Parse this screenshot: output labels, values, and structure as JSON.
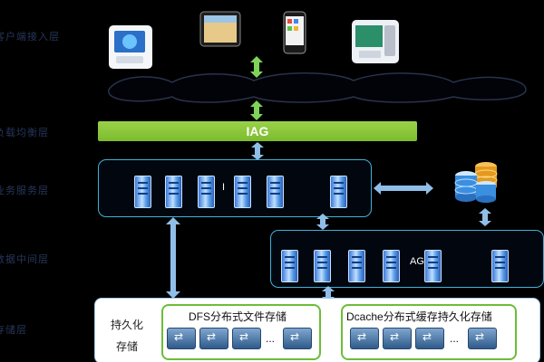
{
  "layers": [
    "客户端接入层",
    "负载均衡层",
    "业务服务层",
    "数据中间层",
    "存储层"
  ],
  "iag_label": "IAG",
  "box1_letter": "I",
  "box2_letters": "AG",
  "persist_label_1": "持久化",
  "persist_label_2": "存储",
  "dfs_label": "DFS分布式文件存储",
  "dcache_label": "Dcache分布式缓存持久化存储",
  "ellipsis": "...",
  "colors": {
    "iag_bar": "#8cc63f",
    "box_border": "#3fb3d8",
    "group_border": "#6bbd39",
    "arrow": "#8fbfe8"
  }
}
